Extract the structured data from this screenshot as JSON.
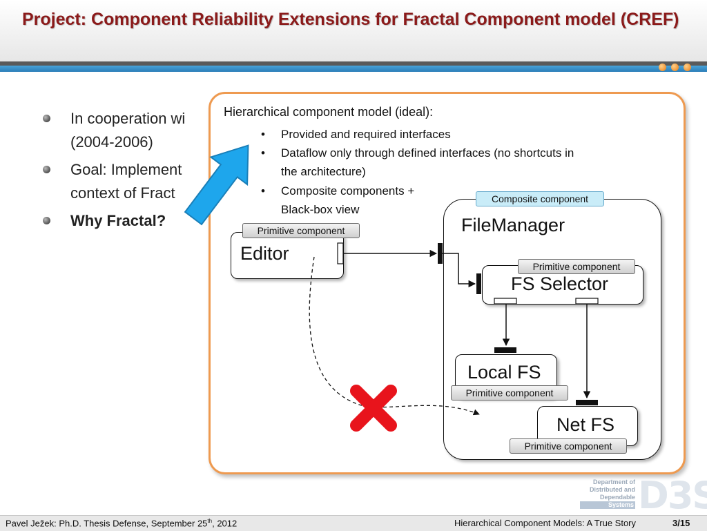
{
  "slide": {
    "title": "Project: Component Reliability Extensions for Fractal Component model (CREF)"
  },
  "bullets": [
    {
      "text": "In cooperation wi"
    },
    {
      "text": "(2004-2006)"
    },
    {
      "text": "Goal: Implement"
    },
    {
      "text": "context of Fract"
    },
    {
      "text": "Why Fractal?"
    }
  ],
  "panel": {
    "heading": "Hierarchical component model (ideal):",
    "items": [
      "Provided and required interfaces",
      "Dataflow only through defined interfaces (no shortcuts in",
      "the architecture)",
      "Composite components +",
      "Black-box view"
    ],
    "bullet_symbol": "•"
  },
  "diagram": {
    "composite_label": "Composite component",
    "primitive_label": "Primitive component",
    "components": {
      "editor": "Editor",
      "filemanager": "FileManager",
      "fs_selector": "FS Selector",
      "local_fs": "Local FS",
      "net_fs": "Net FS"
    }
  },
  "footer": {
    "left_main": "Pavel Ježek: Ph.D. Thesis Defense, September 25",
    "left_sup": "th",
    "left_end": ", 2012",
    "right": "Hierarchical Component Models: A True Story",
    "page": "3/15"
  },
  "logo": {
    "line1": "Department of",
    "line2": "Distributed and",
    "line3": "Dependable",
    "line4": "Systems",
    "mark": "D3S"
  },
  "colors": {
    "title": "#8b1a1a",
    "accent_orange": "#ee9a50",
    "accent_blue": "#2a7db8",
    "arrow_blue": "#1ea6ec",
    "cross_red": "#e8141c"
  }
}
